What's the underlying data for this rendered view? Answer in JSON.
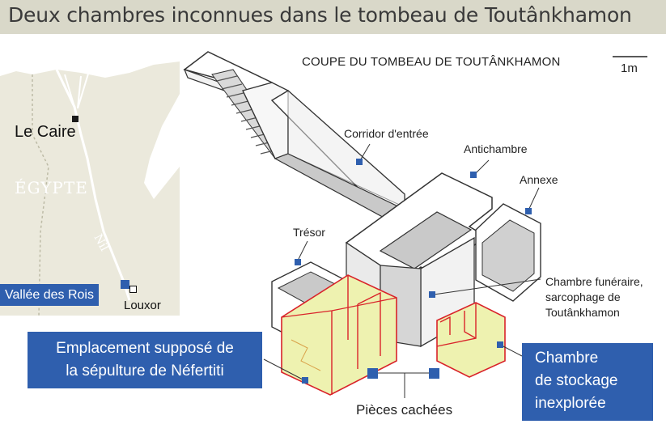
{
  "title": "Deux chambres inconnues dans le tombeau de Toutânkhamon",
  "map": {
    "cairo": "Le Caire",
    "country": "ÉGYPTE",
    "river": "Nil",
    "valley": "Vallée des Rois",
    "luxor": "Louxor"
  },
  "diagram": {
    "section_title": "COUPE DU TOMBEAU DE TOUTÂNKHAMON",
    "scale": "1m",
    "corridor": "Corridor d'entrée",
    "antechamber": "Antichambre",
    "annex": "Annexe",
    "treasury": "Trésor",
    "burial_line1": "Chambre funéraire,",
    "burial_line2": "sarcophage de",
    "burial_line3": "Toutânkhamon",
    "nefertiti_line1": "Emplacement supposé de",
    "nefertiti_line2": "la sépulture de Néfertiti",
    "storage_line1": "Chambre",
    "storage_line2": "de stockage",
    "storage_line3": "inexplorée",
    "hidden_rooms": "Pièces cachées"
  },
  "colors": {
    "accent_blue": "#2f5fae",
    "hidden_room_fill": "#eef2b0",
    "hidden_room_outline": "#d9232a",
    "title_bar": "#d9d8c9",
    "map_land": "#ebe9dc",
    "river": "#c9c8b6"
  }
}
